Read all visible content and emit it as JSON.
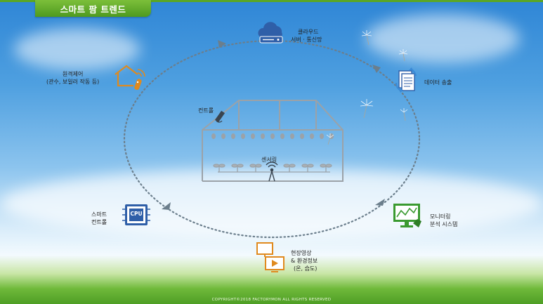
{
  "title": "스마트 팜 트렌드",
  "greenhouse": {
    "control_label": "컨트롤",
    "sensing_label": "센서링"
  },
  "nodes": {
    "cloud": {
      "line1": "클라우드",
      "line2": "서버 · 통신망",
      "icon": "cloud-server-icon"
    },
    "data": {
      "line1": "데이터 송출",
      "icon": "data-transfer-icon"
    },
    "monitor": {
      "line1": "모니터링",
      "line2": "분석 시스템",
      "icon": "monitor-chart-icon"
    },
    "video": {
      "line1": "현장영상",
      "line2": "& 환경정보",
      "line3": "(온, 습도)",
      "icon": "video-monitor-icon"
    },
    "smart": {
      "line1": "스마트",
      "line2": "컨트롤",
      "icon": "cpu-icon"
    },
    "remote": {
      "line1": "원격제어",
      "line2": "(관수, 보일러 작동 등)",
      "icon": "remote-control-icon"
    }
  },
  "cpu_text": "CPU",
  "footer": "COPYRIGHT©2018 FACTORYMON ALL RIGHTS RESERVED",
  "colors": {
    "accent_green": "#5aa626",
    "icon_blue": "#2f5fa8",
    "icon_orange": "#e08a1e",
    "icon_green": "#3a9a30"
  }
}
